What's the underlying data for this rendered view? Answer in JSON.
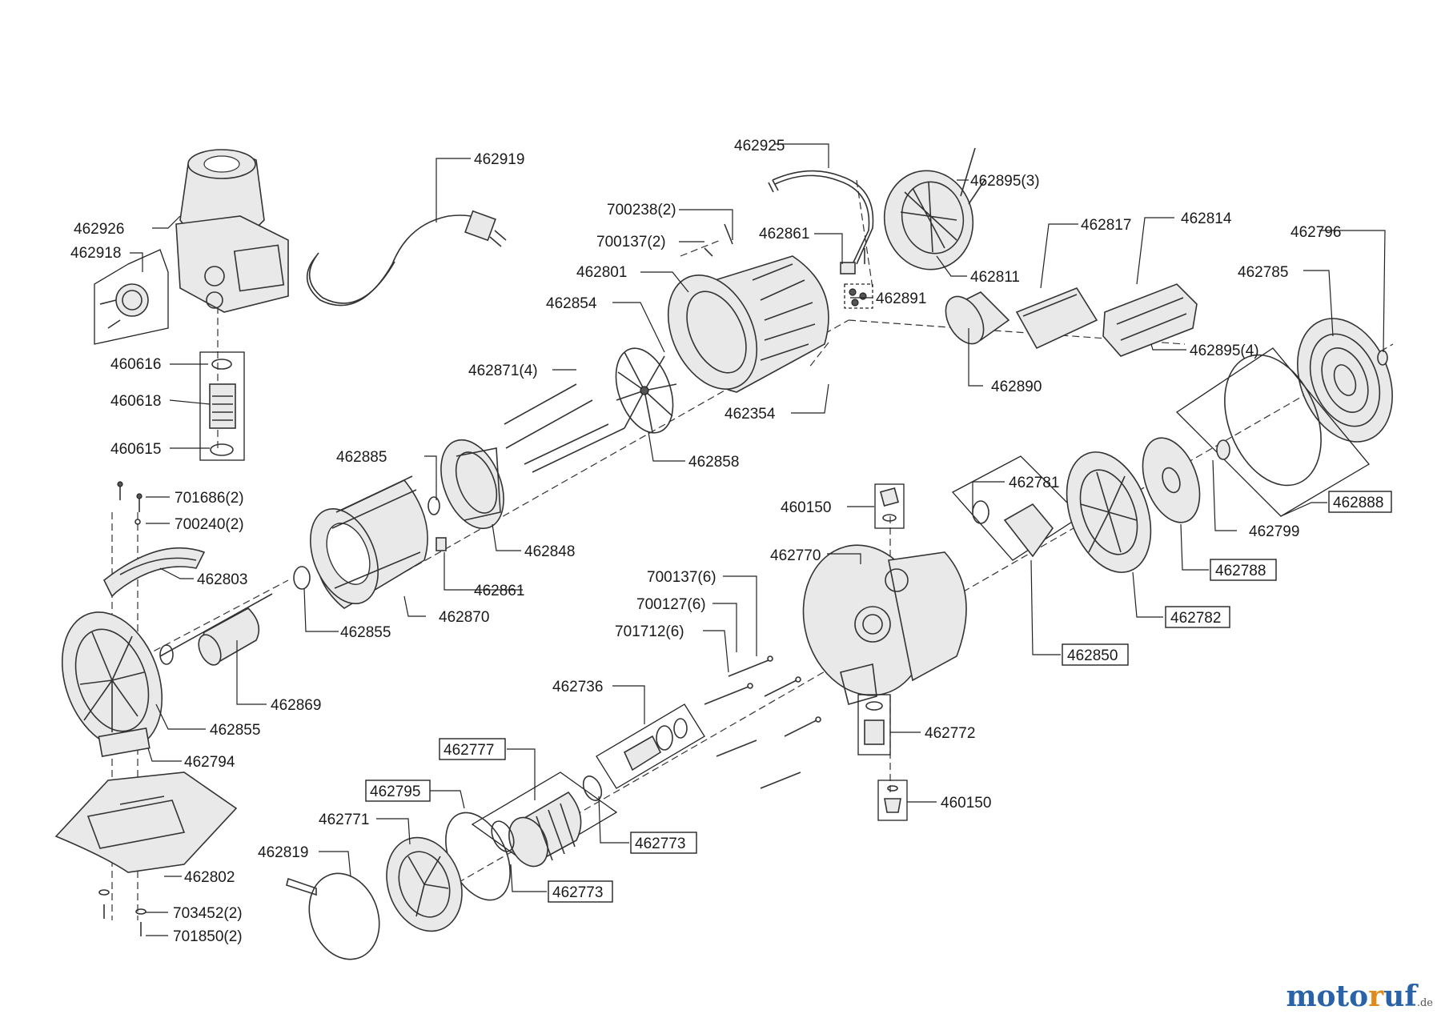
{
  "parts": [
    {
      "id": "p462926",
      "label": "462926",
      "boxed": false
    },
    {
      "id": "p462918",
      "label": "462918",
      "boxed": false
    },
    {
      "id": "p460616",
      "label": "460616",
      "boxed": false
    },
    {
      "id": "p460618",
      "label": "460618",
      "boxed": false
    },
    {
      "id": "p460615",
      "label": "460615",
      "boxed": false
    },
    {
      "id": "p462919",
      "label": "462919",
      "boxed": false
    },
    {
      "id": "p462925",
      "label": "462925",
      "boxed": false
    },
    {
      "id": "p462895a",
      "label": "462895(3)",
      "boxed": false
    },
    {
      "id": "p700238",
      "label": "700238(2)",
      "boxed": false
    },
    {
      "id": "p700137a",
      "label": "700137(2)",
      "boxed": false
    },
    {
      "id": "p462861a",
      "label": "462861",
      "boxed": false
    },
    {
      "id": "p462801",
      "label": "462801",
      "boxed": false
    },
    {
      "id": "p462891",
      "label": "462891",
      "boxed": false
    },
    {
      "id": "p462811",
      "label": "462811",
      "boxed": false
    },
    {
      "id": "p462817",
      "label": "462817",
      "boxed": false
    },
    {
      "id": "p462814",
      "label": "462814",
      "boxed": false
    },
    {
      "id": "p462796",
      "label": "462796",
      "boxed": false
    },
    {
      "id": "p462785",
      "label": "462785",
      "boxed": false
    },
    {
      "id": "p462854",
      "label": "462854",
      "boxed": false
    },
    {
      "id": "p462895b",
      "label": "462895(4)",
      "boxed": false
    },
    {
      "id": "p462890",
      "label": "462890",
      "boxed": false
    },
    {
      "id": "p462871",
      "label": "462871(4)",
      "boxed": false
    },
    {
      "id": "p462354",
      "label": "462354",
      "boxed": false
    },
    {
      "id": "p462858",
      "label": "462858",
      "boxed": false
    },
    {
      "id": "p462885",
      "label": "462885",
      "boxed": false
    },
    {
      "id": "p462848",
      "label": "462848",
      "boxed": false
    },
    {
      "id": "p462781",
      "label": "462781",
      "boxed": false
    },
    {
      "id": "p460150a",
      "label": "460150",
      "boxed": false
    },
    {
      "id": "p462888",
      "label": "462888",
      "boxed": true
    },
    {
      "id": "p462799",
      "label": "462799",
      "boxed": false
    },
    {
      "id": "p701686",
      "label": "701686(2)",
      "boxed": false
    },
    {
      "id": "p700240",
      "label": "700240(2)",
      "boxed": false
    },
    {
      "id": "p462803",
      "label": "462803",
      "boxed": false
    },
    {
      "id": "p462861b",
      "label": "462861",
      "boxed": false
    },
    {
      "id": "p462770",
      "label": "462770",
      "boxed": false
    },
    {
      "id": "p462788",
      "label": "462788",
      "boxed": true
    },
    {
      "id": "p700137b",
      "label": "700137(6)",
      "boxed": false
    },
    {
      "id": "p700127",
      "label": "700127(6)",
      "boxed": false
    },
    {
      "id": "p462855a",
      "label": "462855",
      "boxed": false
    },
    {
      "id": "p462870",
      "label": "462870",
      "boxed": false
    },
    {
      "id": "p462782",
      "label": "462782",
      "boxed": true
    },
    {
      "id": "p701712",
      "label": "701712(6)",
      "boxed": false
    },
    {
      "id": "p462850",
      "label": "462850",
      "boxed": true
    },
    {
      "id": "p462736",
      "label": "462736",
      "boxed": false
    },
    {
      "id": "p462869",
      "label": "462869",
      "boxed": false
    },
    {
      "id": "p462855b",
      "label": "462855",
      "boxed": false
    },
    {
      "id": "p462794",
      "label": "462794",
      "boxed": false
    },
    {
      "id": "p462772",
      "label": "462772",
      "boxed": false
    },
    {
      "id": "p462777",
      "label": "462777",
      "boxed": true
    },
    {
      "id": "p462795",
      "label": "462795",
      "boxed": true
    },
    {
      "id": "p462771",
      "label": "462771",
      "boxed": false
    },
    {
      "id": "p460150b",
      "label": "460150",
      "boxed": false
    },
    {
      "id": "p462773a",
      "label": "462773",
      "boxed": true
    },
    {
      "id": "p462819",
      "label": "462819",
      "boxed": false
    },
    {
      "id": "p462802",
      "label": "462802",
      "boxed": false
    },
    {
      "id": "p462773b",
      "label": "462773",
      "boxed": true
    },
    {
      "id": "p703452",
      "label": "703452(2)",
      "boxed": false
    },
    {
      "id": "p701850",
      "label": "701850(2)",
      "boxed": false
    }
  ],
  "watermark": {
    "part1": "moto",
    "part2": "r",
    "part3": "uf",
    "tld": ".de"
  },
  "colors": {
    "line": "#333333",
    "watermark_blue": "#2a62a8",
    "watermark_orange": "#e08a1c"
  }
}
